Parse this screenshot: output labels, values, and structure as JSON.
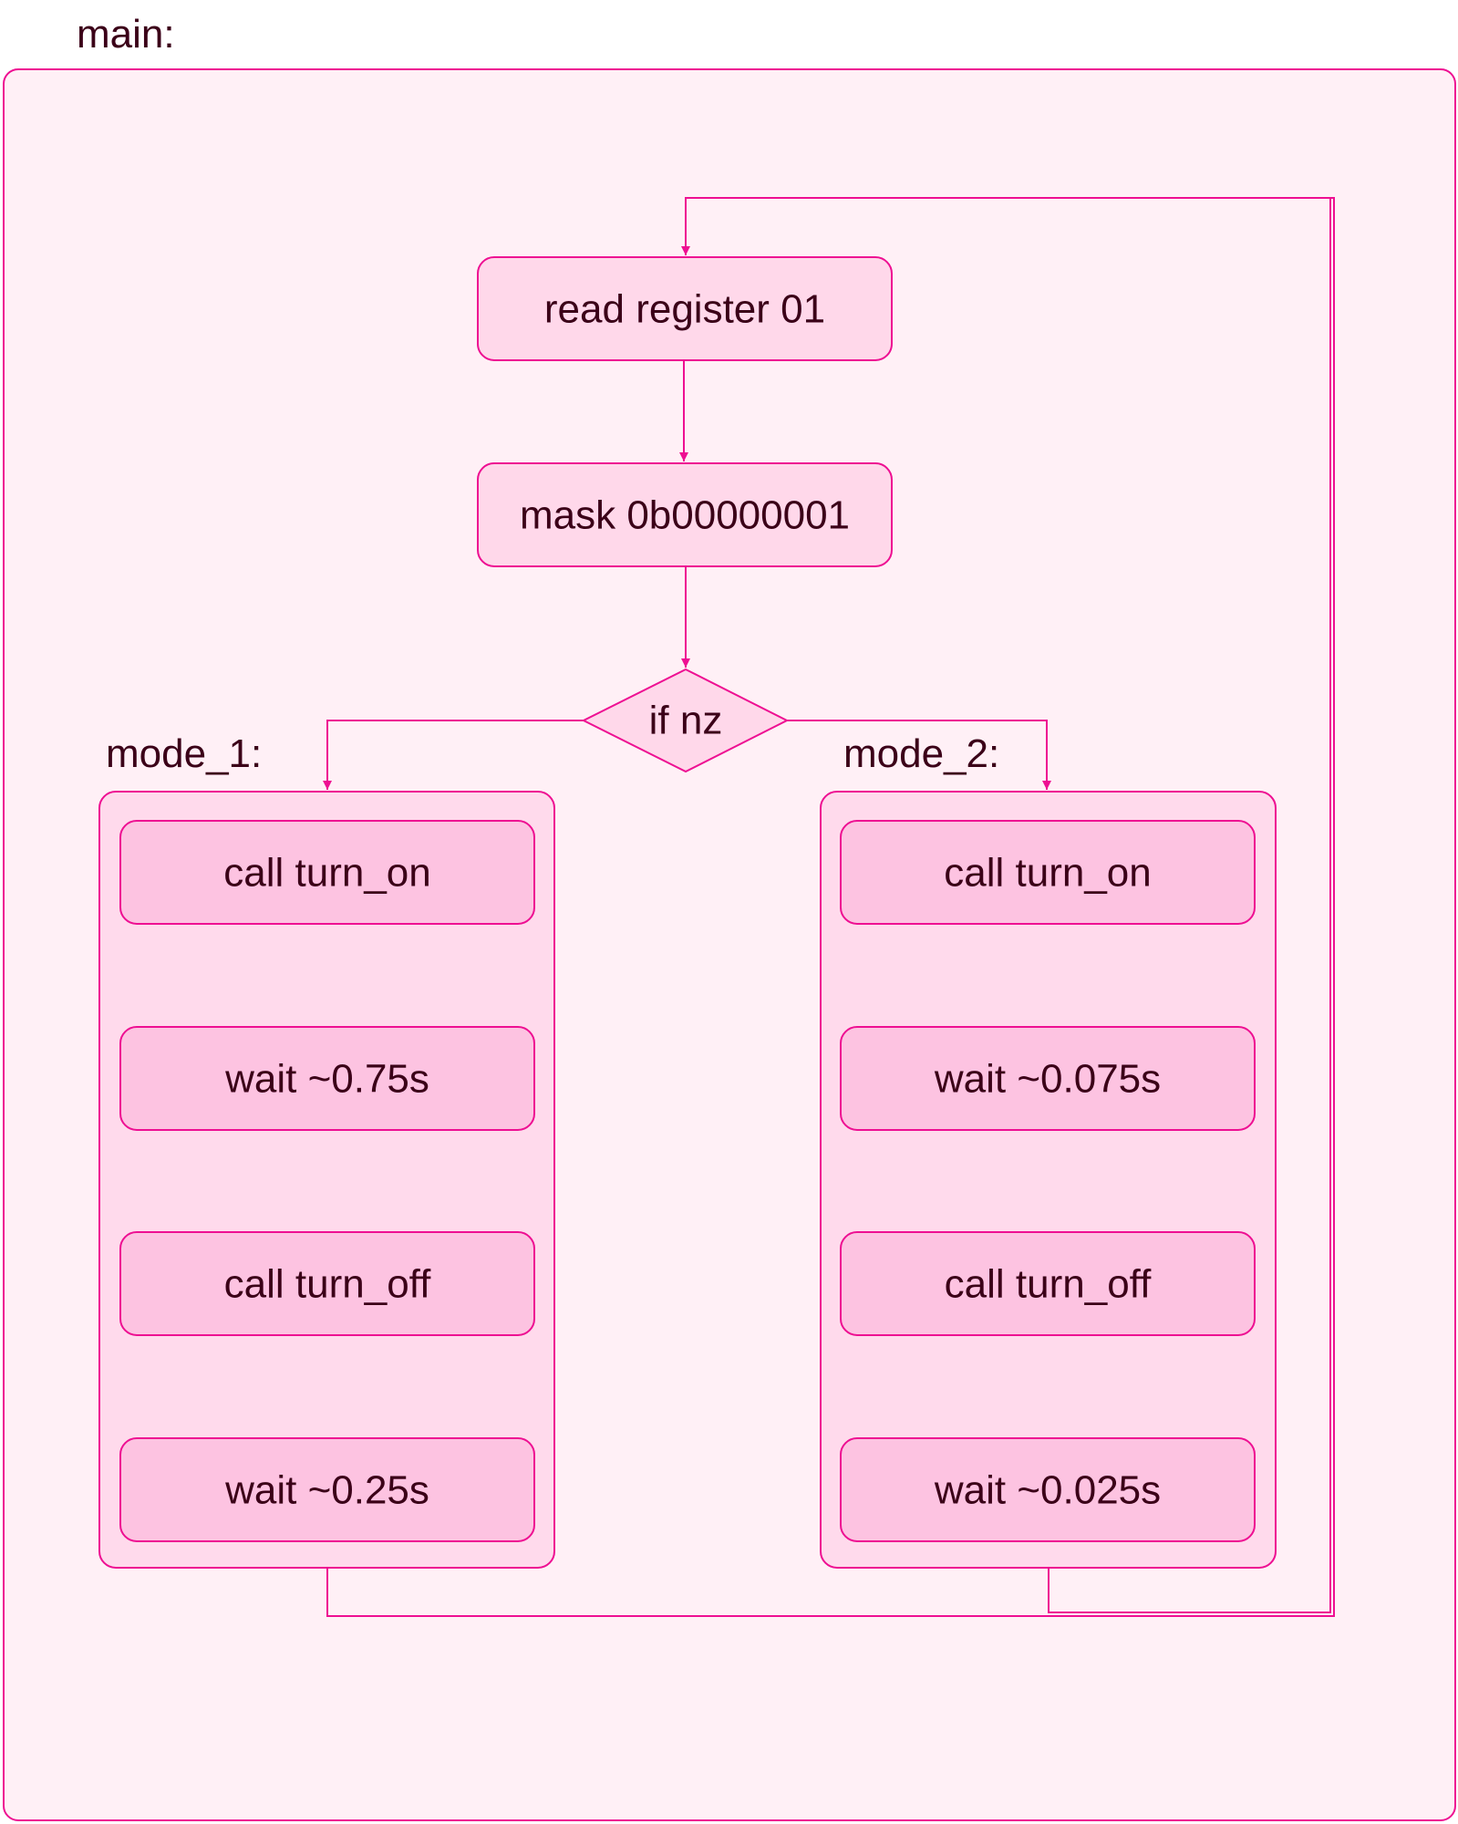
{
  "colors": {
    "stroke": "#ee0f92",
    "outer_fill": "#fff0f6",
    "group_fill": "#ffdaec",
    "node_fill": "#fdc3e1",
    "top_node_fill": "#ffd8ea",
    "text": "#3b0018"
  },
  "main": {
    "label": "main:",
    "read_node": "read register 01",
    "mask_node": "mask 0b00000001",
    "decision": "if nz"
  },
  "mode_1": {
    "label": "mode_1:",
    "steps": [
      "call turn_on",
      "wait ~0.75s",
      "call turn_off",
      "wait ~0.25s"
    ]
  },
  "mode_2": {
    "label": "mode_2:",
    "steps": [
      "call turn_on",
      "wait ~0.075s",
      "call turn_off",
      "wait ~0.025s"
    ]
  }
}
